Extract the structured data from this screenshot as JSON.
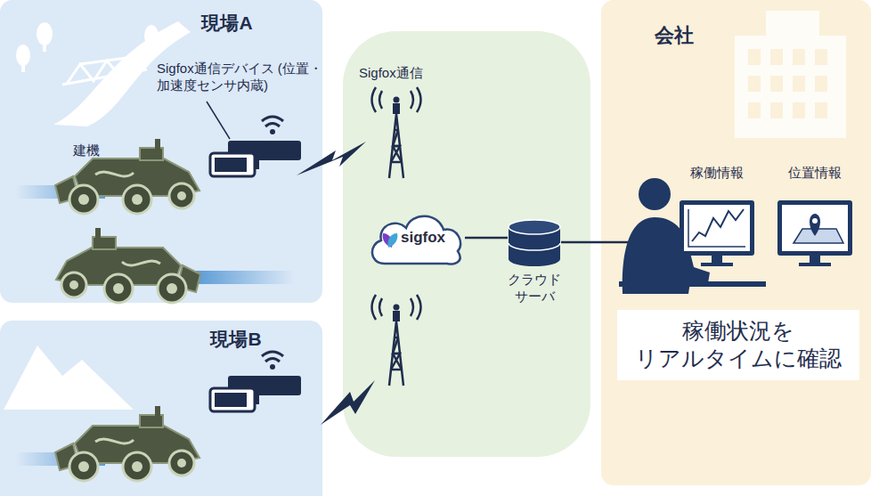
{
  "diagram": {
    "nodes": [
      {
        "text": [
          "現場A"
        ]
      },
      {
        "text": [
          "現場B"
        ]
      },
      {
        "text": [
          "Sigfox通信"
        ]
      },
      {
        "text": [
          "sigfox"
        ],
        "in": 2
      },
      {
        "text": [
          "クラウド サーバ"
        ],
        "in": 2
      },
      {
        "text": [
          "会社"
        ]
      },
      {
        "text": [
          "稼働情報"
        ],
        "in": 5
      },
      {
        "text": [
          "位置情報"
        ],
        "in": 5
      },
      {
        "text": [
          "稼働状況を リアルタイムに確認"
        ],
        "in": 5
      }
    ],
    "edges": [
      {
        "from": 3,
        "to": 4,
        "arrow": "none"
      }
    ],
    "labels": [
      "Sigfox通信デバイス (位置・加速度センサ内蔵)",
      "建機"
    ]
  }
}
